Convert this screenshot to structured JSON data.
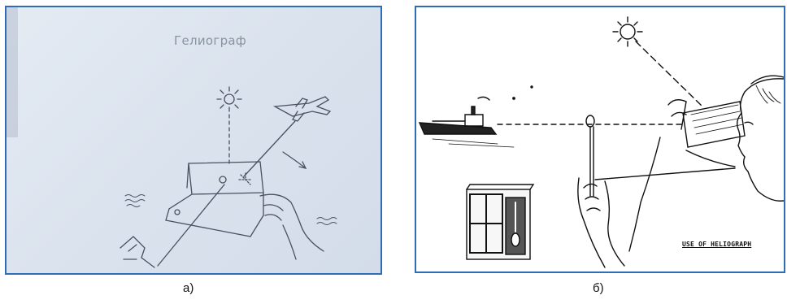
{
  "panel_a": {
    "title": "Гелиограф"
  },
  "panel_b": {
    "label": "USE OF HELIOGRAPH"
  },
  "captions": {
    "a": "а)",
    "b": "б)"
  },
  "colors": {
    "frame": "#2f6db4",
    "sketch": "#3a4050",
    "panel_a_bg": "#dbe3ee"
  }
}
